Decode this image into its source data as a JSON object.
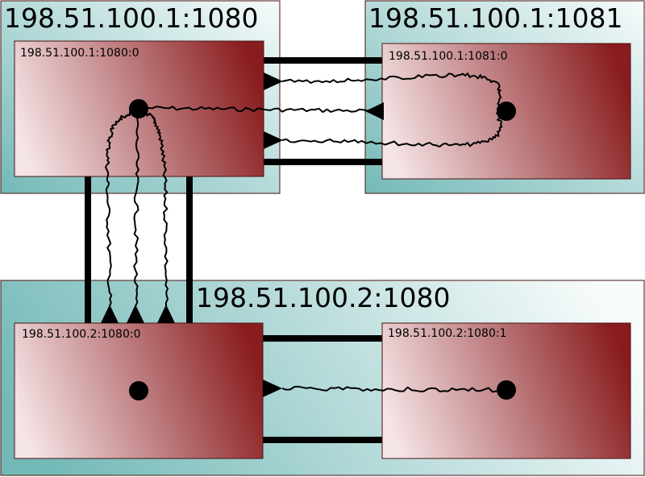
{
  "hosts": [
    {
      "label": "198.51.100.1:1080"
    },
    {
      "label": "198.51.100.1:1081"
    },
    {
      "label": "198.51.100.2:1080"
    }
  ],
  "processes": [
    {
      "label": "198.51.100.1:1080:0"
    },
    {
      "label": "198.51.100.1:1081:0"
    },
    {
      "label": "198.51.100.2:1080:0"
    },
    {
      "label": "198.51.100.2:1080:1"
    }
  ],
  "colors": {
    "host_gradient_start": "#73b9b7",
    "host_gradient_end": "#f7fbfb",
    "process_gradient_start": "#f5e4e6",
    "process_gradient_end": "#891c1e",
    "link": "#000000",
    "outline": "#4a1212"
  }
}
